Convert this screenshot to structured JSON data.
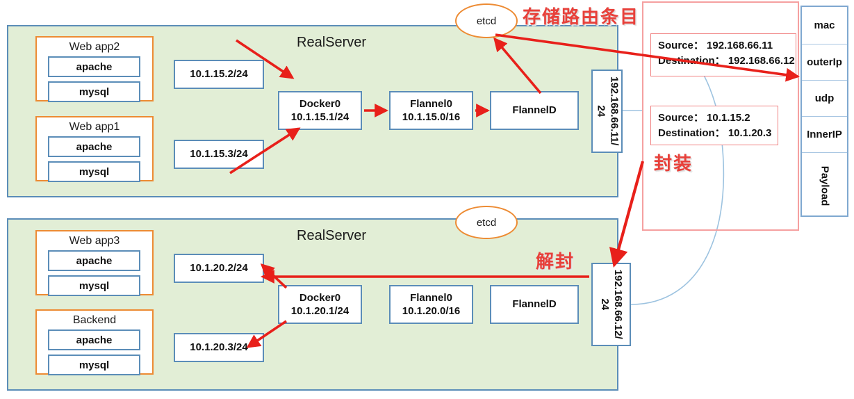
{
  "diagram": {
    "servers": [
      {
        "title": "RealServer",
        "apps": [
          {
            "title": "Web app2",
            "services": [
              "apache",
              "mysql"
            ],
            "ip": "10.1.15.2/24"
          },
          {
            "title": "Web app1",
            "services": [
              "apache",
              "mysql"
            ],
            "ip": "10.1.15.3/24"
          }
        ],
        "bridge": {
          "name": "Docker0",
          "cidr": "10.1.15.1/24"
        },
        "flannel0": {
          "name": "Flannel0",
          "cidr": "10.1.15.0/16"
        },
        "flanneld": {
          "name": "FlannelD"
        },
        "host_nic": {
          "line1": "192.168.66.11/",
          "line2": "24"
        },
        "etcd": "etcd"
      },
      {
        "title": "RealServer",
        "apps": [
          {
            "title": "Web app3",
            "services": [
              "apache",
              "mysql"
            ],
            "ip": "10.1.20.2/24"
          },
          {
            "title": "Backend",
            "services": [
              "apache",
              "mysql"
            ],
            "ip": "10.1.20.3/24"
          }
        ],
        "bridge": {
          "name": "Docker0",
          "cidr": "10.1.20.1/24"
        },
        "flannel0": {
          "name": "Flannel0",
          "cidr": "10.1.20.0/16"
        },
        "flanneld": {
          "name": "FlannelD"
        },
        "host_nic": {
          "line1": "192.168.66.12/",
          "line2": "24"
        },
        "etcd": "etcd"
      }
    ],
    "annotations": {
      "store_route_entries": "存储路由条目",
      "encapsulate": "封装",
      "decapsulate": "解封"
    },
    "packet_headers": [
      {
        "label": "Source：",
        "value": "192.168.66.11",
        "label2": "Destination：",
        "value2": "192.168.66.12"
      },
      {
        "label": "Source：",
        "value": "10.1.15.2",
        "label2": "Destination：",
        "value2": "10.1.20.3"
      }
    ],
    "packet_outer": {
      "line1": "Source： 192.168.66.11",
      "line2": "Destination： 192.168.66.12"
    },
    "packet_inner": {
      "line1": "Source： 10.1.15.2",
      "line2": "Destination： 10.1.20.3"
    },
    "packet_stack": [
      "mac",
      "outerIp",
      "udp",
      "InnerIP",
      "Payload"
    ],
    "colors": {
      "server_fill": "#e2eed6",
      "server_border": "#5b8db8",
      "app_border": "#ed8b33",
      "box_border": "#5b8db8",
      "arrow_red": "#e8201a",
      "wire_blue": "#9dc3e0",
      "annotation_red": "#e8403a",
      "red_frame": "#f5a0a0"
    }
  }
}
